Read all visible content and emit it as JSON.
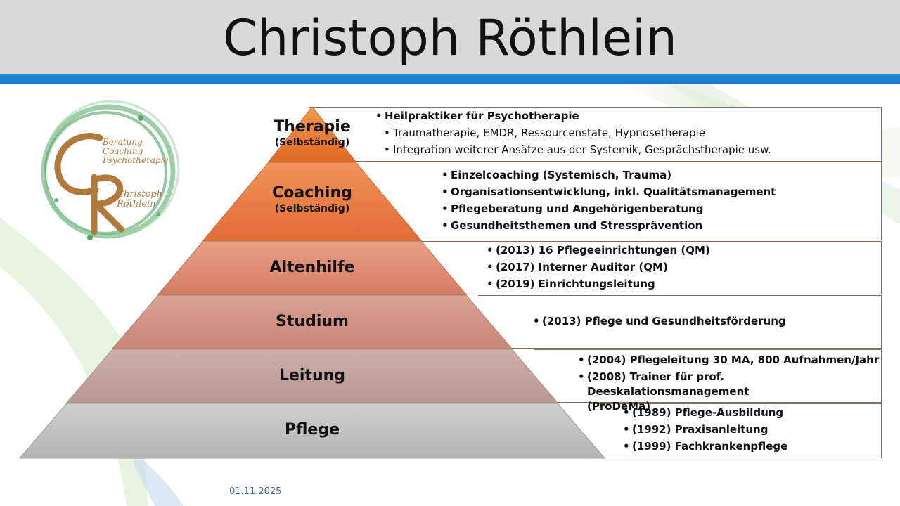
{
  "header": {
    "title": "Christoph Röthlein"
  },
  "logo": {
    "lines": [
      "Beratung",
      "Coaching",
      "Psychotherapie"
    ],
    "name_lines": [
      "Christoph",
      "Röthlein"
    ]
  },
  "layers": [
    {
      "title": "Therapie",
      "subtitle": "(Selbständig)",
      "items": [
        {
          "text": "Heilpraktiker für Psychotherapie",
          "bold": true,
          "indent": false
        },
        {
          "text": "Traumatherapie, EMDR, Ressourcenstate, Hypnosetherapie",
          "bold": false,
          "indent": true
        },
        {
          "text": "Integration weiterer Ansätze aus der Systemik, Gesprächstherapie usw.",
          "bold": false,
          "indent": true
        }
      ]
    },
    {
      "title": "Coaching",
      "subtitle": "(Selbständig)",
      "items": [
        {
          "text": "Einzelcoaching (Systemisch, Trauma)",
          "bold": true
        },
        {
          "text": "Organisationsentwicklung, inkl. Qualitätsmanagement",
          "bold": true
        },
        {
          "text": "Pflegeberatung und Angehörigenberatung",
          "bold": true
        },
        {
          "text": "Gesundheitsthemen und Stressprävention",
          "bold": true
        }
      ]
    },
    {
      "title": "Altenhilfe",
      "subtitle": "",
      "items": [
        {
          "text": "(2013) 16 Pflegeeinrichtungen (QM)",
          "bold": true
        },
        {
          "text": "(2017) Interner Auditor (QM)",
          "bold": true
        },
        {
          "text": "(2019) Einrichtungsleitung",
          "bold": true
        }
      ]
    },
    {
      "title": "Studium",
      "subtitle": "",
      "items": [
        {
          "text": "(2013) Pflege und Gesundheitsförderung",
          "bold": true
        }
      ]
    },
    {
      "title": "Leitung",
      "subtitle": "",
      "items": [
        {
          "text": "(2004) Pflegeleitung 30 MA, 800 Aufnahmen/Jahr",
          "bold": true
        },
        {
          "text": "(2008) Trainer für prof. Deeskalationsmanagement (ProDeMa)",
          "bold": true
        }
      ]
    },
    {
      "title": "Pflege",
      "subtitle": "",
      "items": [
        {
          "text": "(1989) Pflege-Ausbildung",
          "bold": true
        },
        {
          "text": "(1992) Praxisanleitung",
          "bold": true
        },
        {
          "text": "(1999) Fachkrankenpflege",
          "bold": true
        }
      ]
    }
  ],
  "footer": {
    "date": "01.11.2025"
  },
  "colors": {
    "header_bg": "#d9d9d9",
    "stripe": "#1677c8",
    "therapie": "#e8762a",
    "coaching": "#e87a3c",
    "altenhilfe": "#d98a70",
    "studium": "#c88a7c",
    "leitung": "#bfa09a",
    "pflege": "#bdbdbd"
  }
}
